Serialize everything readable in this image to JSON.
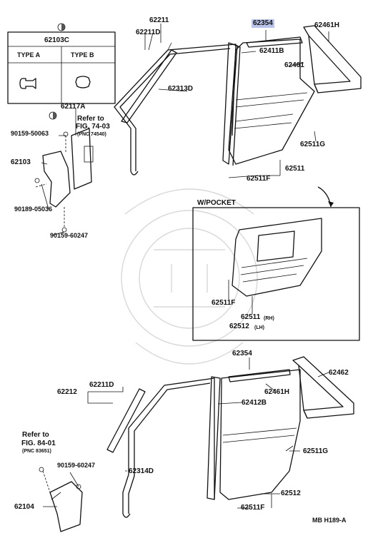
{
  "title_code": "MB H189-A",
  "inset_box": {
    "part_no": "62103C",
    "type_a": "TYPE A",
    "type_b": "TYPE B"
  },
  "inset_pocket": {
    "title": "W/POCKET",
    "label_62511f": "62511F",
    "label_62511": "62511",
    "label_62511_sub": "(RH)",
    "label_62512": "62512",
    "label_62512_sub": "(LH)"
  },
  "refs": {
    "ref1_line1": "Refer to",
    "ref1_line2": "FIG. 74-03",
    "ref1_line3": "(PNC 74540)",
    "ref2_line1": "Refer to",
    "ref2_line2": "FIG. 84-01",
    "ref2_line3": "(PNC 83651)"
  },
  "labels": {
    "p62211": "62211",
    "p62211d_top": "62211D",
    "p62354_top": "62354",
    "p62461h_top": "62461H",
    "p62411b": "62411B",
    "p62461": "62461",
    "p62313d": "62313D",
    "p62117a": "62117A",
    "p90159_50063": "90159-50063",
    "p62103": "62103",
    "p90189_05036": "90189-05036",
    "p90159_60247_top": "90159-60247",
    "p62511g_top": "62511G",
    "p62511_top": "62511",
    "p62511f_top": "62511F",
    "p62354_bot": "62354",
    "p62462": "62462",
    "p62211d_bot": "62211D",
    "p62212": "62212",
    "p62461h_bot": "62461H",
    "p62412b": "62412B",
    "p62511g_bot": "62511G",
    "p62314d": "62314D",
    "p90159_60247_bot": "90159-60247",
    "p62512": "62512",
    "p62104": "62104",
    "p62511f_bot": "62511F"
  }
}
